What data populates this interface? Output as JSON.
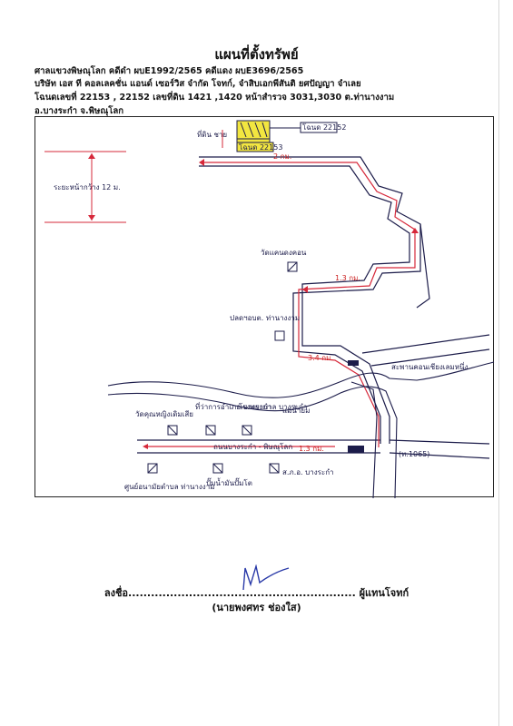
{
  "header": {
    "title": "แผนที่ตั้งทรัพย์",
    "line1": "ศาลแขวงพิษณุโลก    คดีดำ ผบE1992/2565    คดีแดง ผบE3696/2565",
    "line2": "บริษัท เอส ที คอลเลคชั่น แอนด์ เซอร์วิส จำกัด โจทก์,  จำสิบเอกพีสันติ ยศปัญญา  จำเลย",
    "line3": "โฉนดเลขที่ 22153 , 22152   เลขที่ดิน 1421 ,1420  หน้าสำรวจ 3031,3030 ต.ท่านางงาม",
    "line4": "อ.บางระกำ  จ.พิษณุโลก"
  },
  "map": {
    "labels": {
      "plot_a": "โฉนด 22152",
      "plot_b": "โฉนด 22153",
      "plot_side": "ที่ดิน ชาย",
      "width": "ระยะหน้ากว้าง 12 ม.",
      "dist_top": "2 กม.",
      "dist_mid": "1.3 กม.",
      "dist_low": "3.4 กม.",
      "dist_bottom": "1.3 กม.",
      "temple1": "วัดแคนดงคอน",
      "village_office": "ปลดฯอบต. ท่านางงาม",
      "canal": "แม่น้ำยม",
      "bridge_road": "สะพานคอนเชียงเลมหนึ่ง",
      "temple2": "วัดคุณหญิงเดิมเสีย",
      "school": "ที่ว่าการอำเภอ บางระกำ",
      "hospital": "โรงพยาบาล บางระกำ",
      "main_road": "ถนนบางระกำ - พิษณุโลก",
      "route": "(ท.1065)",
      "market": "ศูนย์อนามัยตำบล ท่านางงาม",
      "pump": "ปั๊มน้ำมันปั๊มโต",
      "police": "ส.ภ.อ. บางระกำ"
    }
  },
  "signature": {
    "line": "ลงชื่อ............................................................ ผู้แทนโจทก์",
    "name": "(นายพงศทร ช่องใส)"
  },
  "colors": {
    "route": "#d6283a",
    "ink": "#1c1c4a",
    "plot_fill": "#f2e640",
    "river": "#1c1c4a"
  }
}
